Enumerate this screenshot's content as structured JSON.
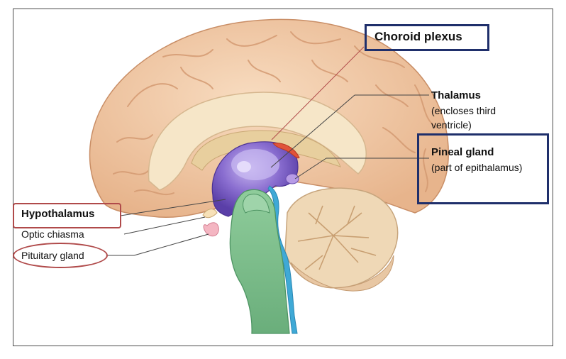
{
  "labels": {
    "choroid_plexus": "Choroid plexus",
    "thalamus_title": "Thalamus",
    "thalamus_note_1": "(encloses third",
    "thalamus_note_2": "ventricle)",
    "pineal_title": "Pineal gland",
    "pineal_note": "(part of epithalamus)",
    "hypothalamus": "Hypothalamus",
    "optic_chiasma": "Optic chiasma",
    "pituitary_gland": "Pituitary gland"
  },
  "colors": {
    "highlight_box_blue": "#1f2f6b",
    "highlight_box_red": "#b04a4a",
    "cerebrum": "#f1c8a3",
    "diencephalon": "#7b5fc0",
    "brainstem": "#7cbf8c",
    "cerebellum": "#f0d9b8",
    "ventricle": "#3fa9d6",
    "pituitary": "#f4b6c2"
  }
}
